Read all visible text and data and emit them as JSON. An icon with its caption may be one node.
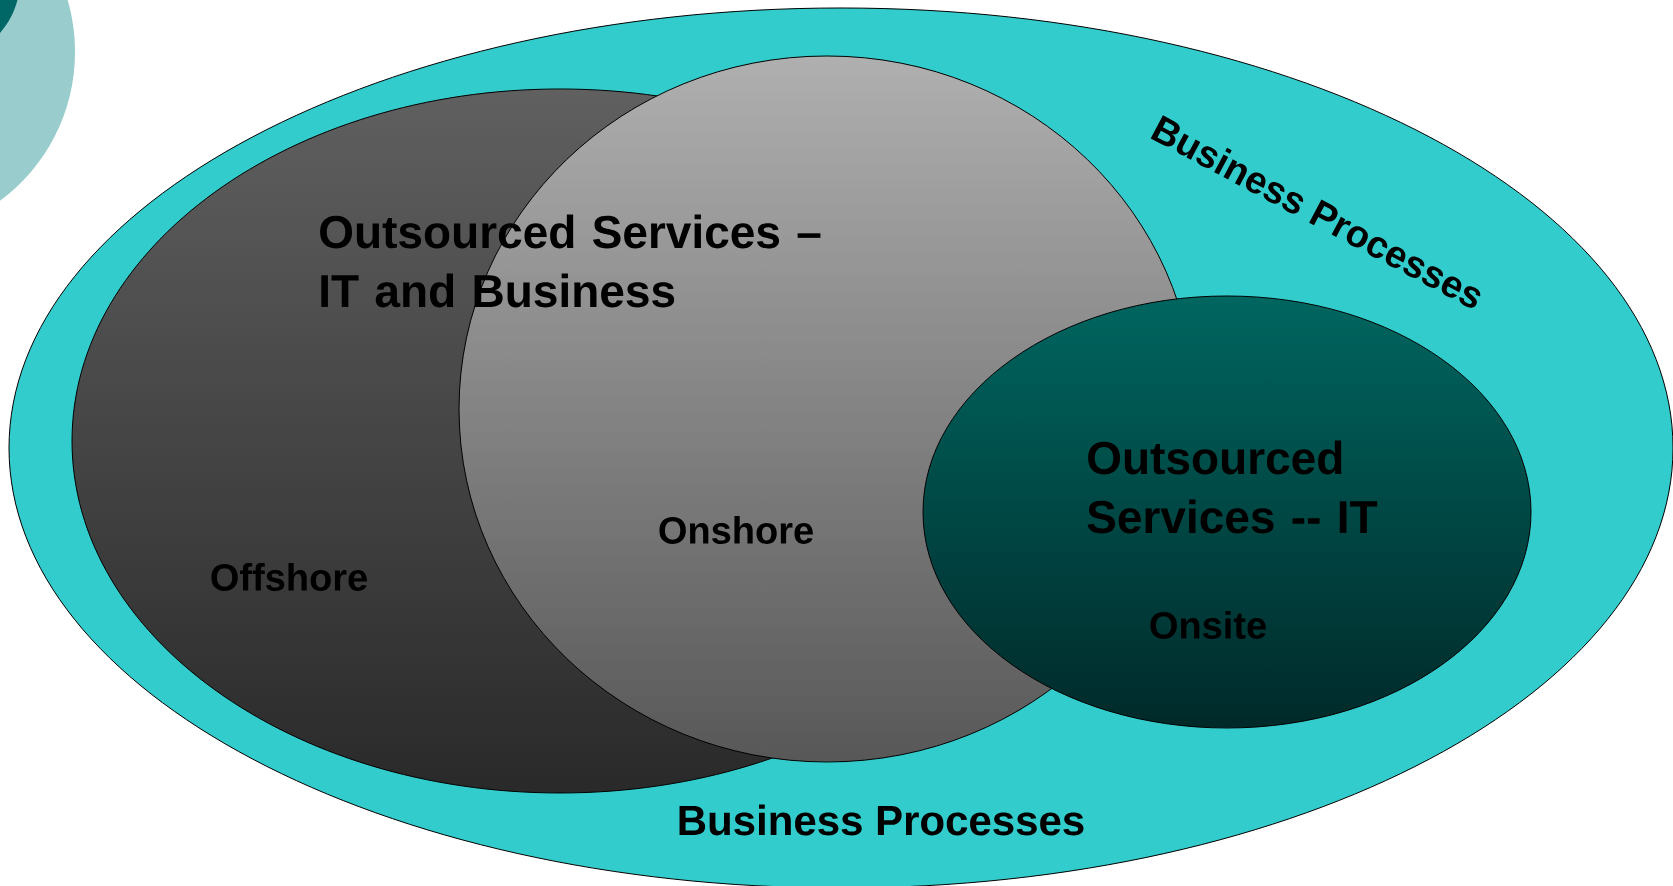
{
  "diagram": {
    "nodes": [
      {
        "text": [
          "Business Processes",
          "Business Processes"
        ]
      },
      {
        "text": [
          "Offshore"
        ],
        "in": 0
      },
      {
        "text": [
          "Onshore"
        ],
        "in": 0
      },
      {
        "text": [
          "Outsourced Services -- IT",
          "Onsite"
        ],
        "in": 0
      }
    ],
    "labels": [
      "Outsourced Services – IT and Business"
    ]
  }
}
